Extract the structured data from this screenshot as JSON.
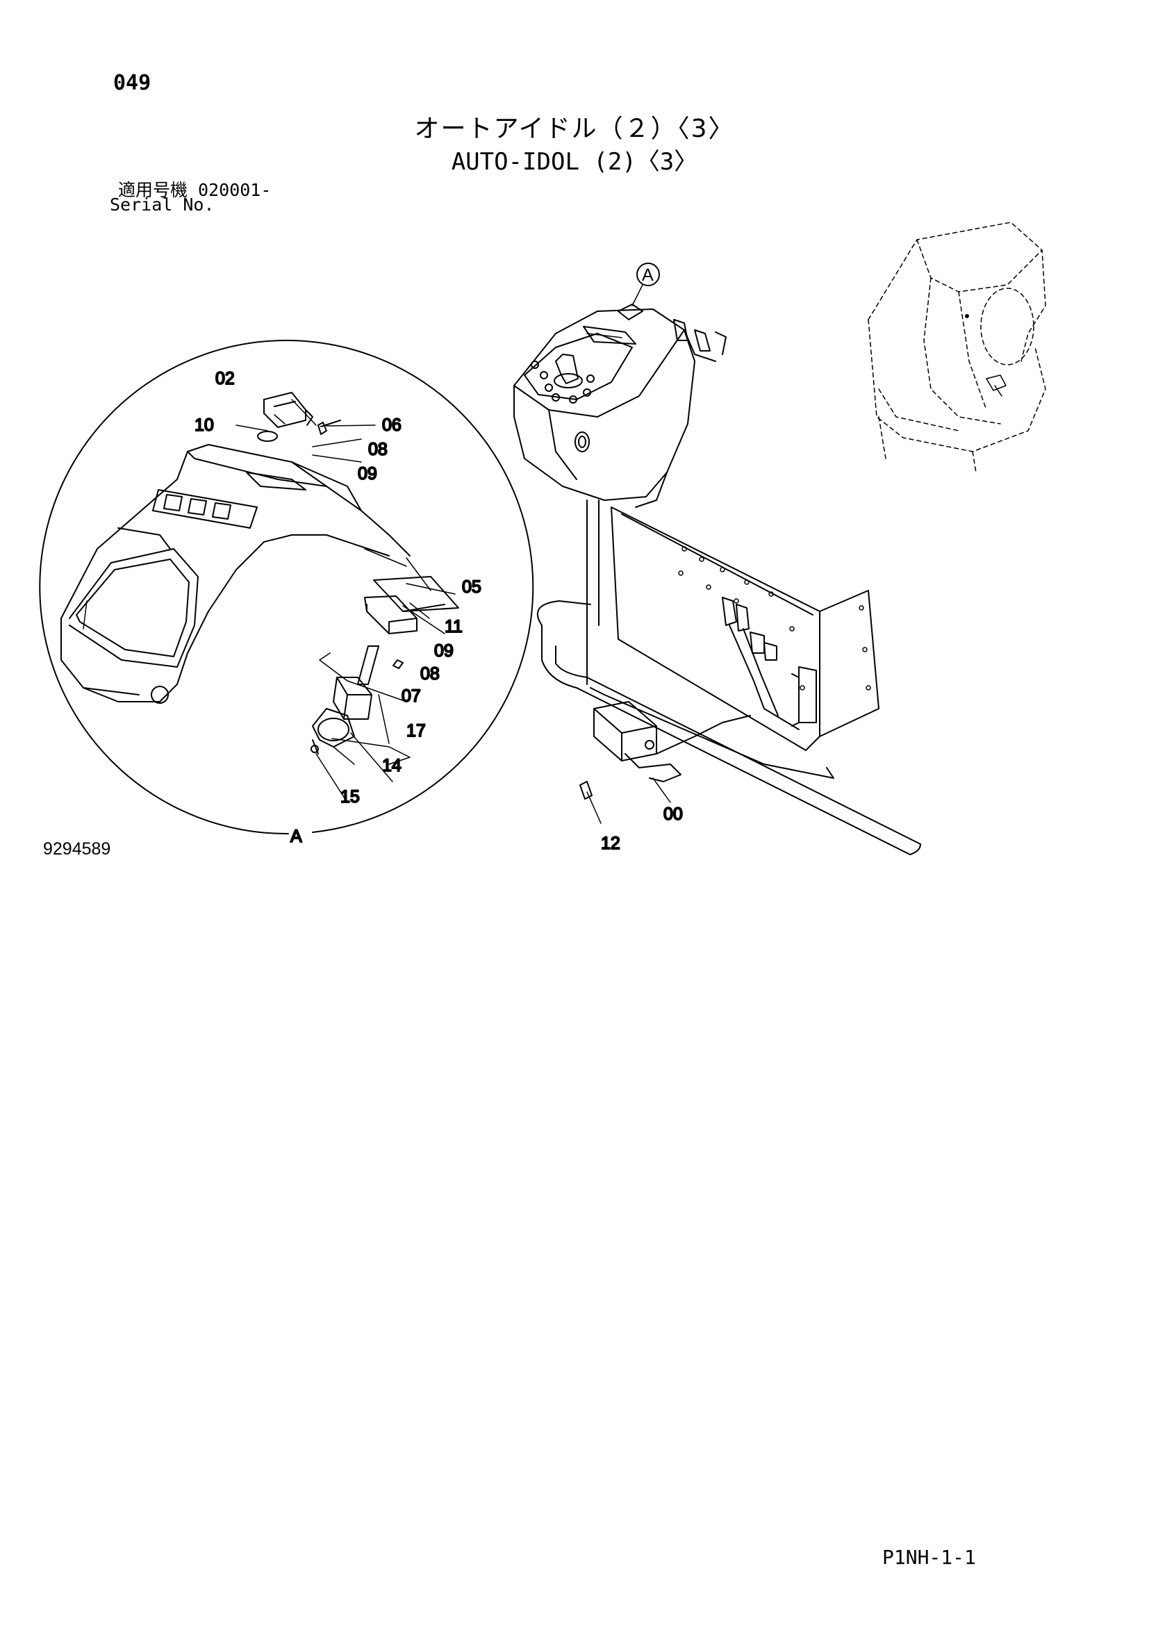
{
  "header": {
    "page_number": "049",
    "title_jp": "オートアイドル（２）〈3〉",
    "title_en": "AUTO-IDOL (2)〈3〉",
    "serial_label_jp": "適用号機  020001-",
    "serial_label_en": "Serial No."
  },
  "diagram": {
    "detail_marker": "A",
    "callouts": {
      "p02": "02",
      "p10": "10",
      "p06": "06",
      "p08a": "08",
      "p09a": "09",
      "p05": "05",
      "p11": "11",
      "p09b": "09",
      "p08b": "08",
      "p07": "07",
      "p17": "17",
      "p14": "14",
      "p15": "15",
      "p00": "00",
      "p12": "12"
    },
    "drawing_number": "9294589"
  },
  "footer": {
    "code": "P1NH-1-1"
  }
}
